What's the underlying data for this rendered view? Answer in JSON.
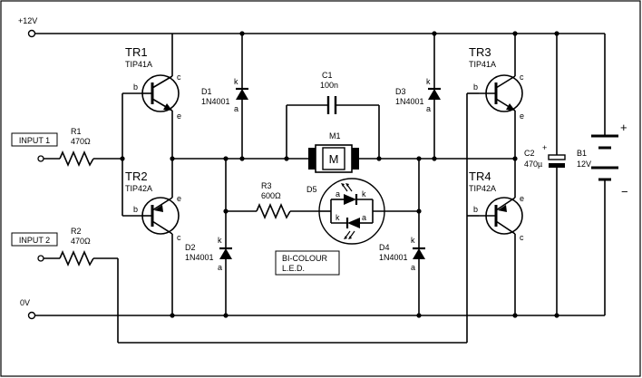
{
  "rails": {
    "vplus": "+12V",
    "ground": "0V"
  },
  "inputs": {
    "input1": "INPUT 1",
    "input2": "INPUT 2"
  },
  "resistors": {
    "r1": {
      "ref": "R1",
      "value": "470Ω"
    },
    "r2": {
      "ref": "R2",
      "value": "470Ω"
    },
    "r3": {
      "ref": "R3",
      "value": "600Ω"
    }
  },
  "transistors": {
    "tr1": {
      "ref": "TR1",
      "part": "TIP41A"
    },
    "tr2": {
      "ref": "TR2",
      "part": "TIP42A"
    },
    "tr3": {
      "ref": "TR3",
      "part": "TIP41A"
    },
    "tr4": {
      "ref": "TR4",
      "part": "TIP42A"
    }
  },
  "diodes": {
    "d1": {
      "ref": "D1",
      "part": "1N4001"
    },
    "d2": {
      "ref": "D2",
      "part": "1N4001"
    },
    "d3": {
      "ref": "D3",
      "part": "1N4001"
    },
    "d4": {
      "ref": "D4",
      "part": "1N4001"
    }
  },
  "capacitors": {
    "c1": {
      "ref": "C1",
      "value": "100n"
    },
    "c2": {
      "ref": "C2",
      "value": "470µ"
    }
  },
  "motor": {
    "ref": "M1",
    "symbol": "M"
  },
  "led": {
    "ref": "D5",
    "label_line1": "BI-COLOUR",
    "label_line2": "L.E.D."
  },
  "battery": {
    "ref": "B1",
    "value": "12V",
    "plus": "+",
    "minus": "−"
  },
  "pins": {
    "base": "b",
    "collector": "c",
    "emitter": "e",
    "anode": "a",
    "cathode": "k"
  }
}
